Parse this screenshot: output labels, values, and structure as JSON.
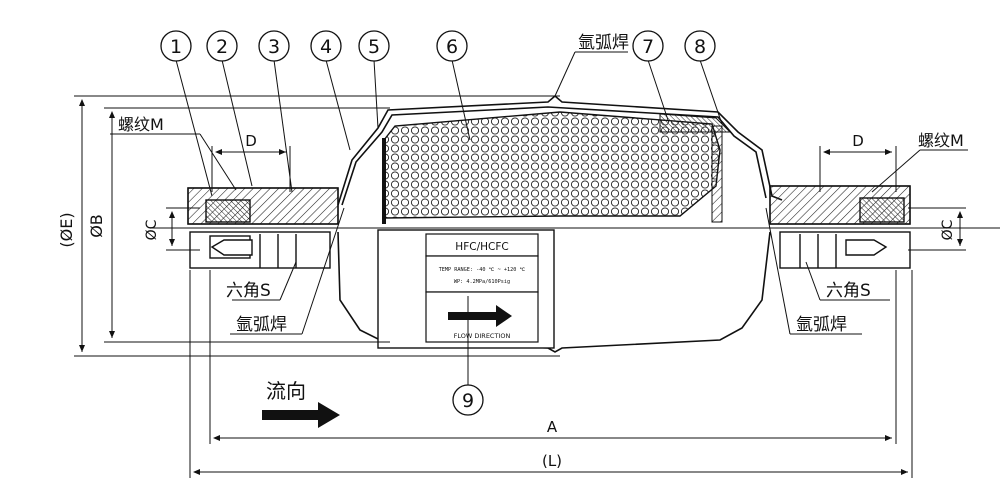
{
  "callouts": [
    "1",
    "2",
    "3",
    "4",
    "5",
    "6",
    "7",
    "8",
    "9"
  ],
  "labels": {
    "argon_weld_top": "氩弧焊",
    "argon_weld_left": "氩弧焊",
    "argon_weld_right": "氩弧焊",
    "thread_left": "螺纹M",
    "thread_right": "螺纹M",
    "hex_left": "六角S",
    "hex_right": "六角S",
    "flow_direction": "流向"
  },
  "dimensions": {
    "d_left": "D",
    "d_right": "D",
    "phi_e": "(ØE)",
    "phi_b": "ØB",
    "phi_c_left": "ØC",
    "phi_c_right": "ØC",
    "a": "A",
    "l": "(L)"
  },
  "nameplate": {
    "refrigerant": "HFC/HCFC",
    "temp_line": "TEMP RANGE: -40 ℃ ~ +120 ℃",
    "pressure_line": "WP: 4.2MPa/610Psig",
    "flow": "FLOW DIRECTION"
  }
}
